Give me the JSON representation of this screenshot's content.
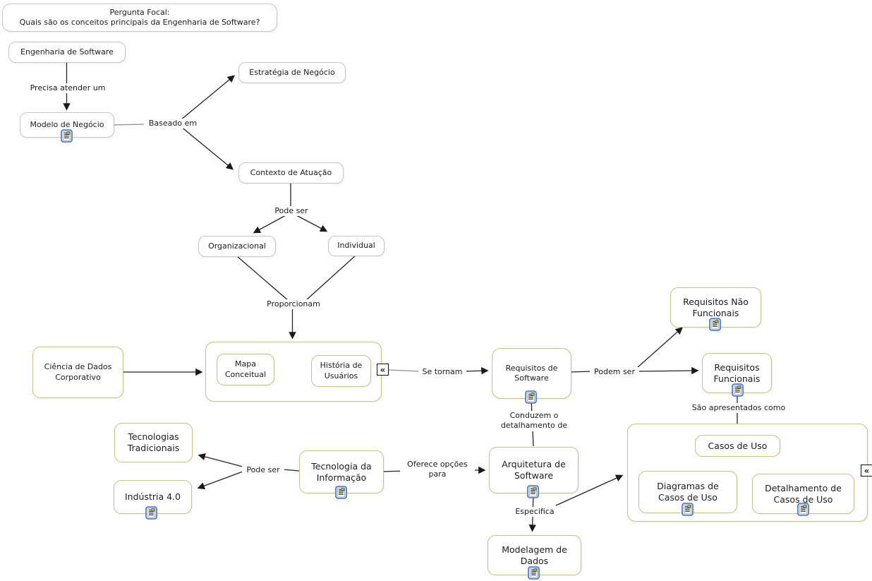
{
  "focal_question": "Pergunta Focal:\nQuais são os conceitos principais da Engenharia de Software?",
  "nodes": {
    "engenharia_software": "Engenharia de Software",
    "modelo_negocio": "Modelo de Negócio",
    "estrategia_negocio": "Estratégia de Negócio",
    "contexto_atuacao": "Contexto de Atuação",
    "organizacional": "Organizacional",
    "individual": "Individual",
    "ciencia_dados": "Ciência de Dados\nCorporativo",
    "mapa_conceitual": "Mapa\nConceitual",
    "historia_usuarios": "História de\nUsuários",
    "requisitos_software": "Requisitos de\nSoftware",
    "requisitos_nao_funcionais": "Requisitos Não\nFuncionais",
    "requisitos_funcionais": "Requisitos\nFuncionais",
    "casos_uso": "Casos de Uso",
    "diagramas_casos_uso": "Diagramas de\nCasos de Uso",
    "detalhamento_casos_uso": "Detalhamento de\nCasos de Uso",
    "tecnologias_tradicionais": "Tecnologias\nTradicionais",
    "industria_40": "Indústria 4.0",
    "tecnologia_informacao": "Tecnologia da\nInformação",
    "arquitetura_software": "Arquitetura de\nSoftware",
    "modelagem_dados": "Modelagem de\nDados"
  },
  "links": {
    "precisa_atender": "Precisa atender um",
    "baseado_em": "Baseado em",
    "pode_ser_contexto": "Pode ser",
    "proporcionam": "Proporcionam",
    "se_tornam": "Se tornam",
    "podem_ser": "Podem ser",
    "sao_apresentados": "São apresentados como",
    "conduzem": "Conduzem o\ndetalhamento de",
    "pode_ser_ti": "Pode ser",
    "oferece_opcoes": "Oferece opções\npara",
    "especifica": "Especifica"
  },
  "icons": {
    "resource": "document-resource-icon",
    "collapse": "«"
  },
  "colors": {
    "plain_node_border": "#c6c6c6",
    "concept_node_border": "#c3c388",
    "node_background": "#ffffff",
    "line": "#232323",
    "leader_line": "#8e8e8e",
    "text": "#1c1c1c",
    "resource_icon_border": "#3f6fd1"
  }
}
